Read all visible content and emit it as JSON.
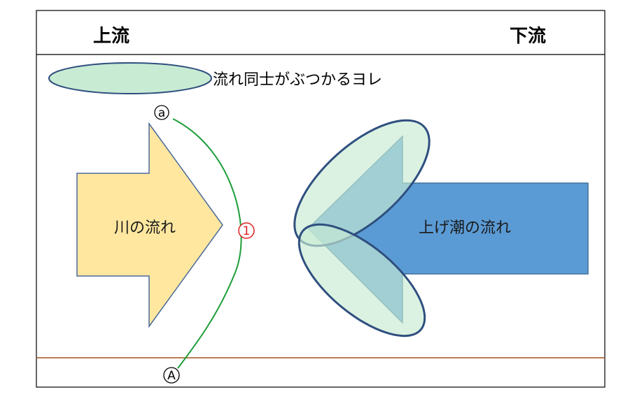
{
  "header": {
    "upstream_label": "上流",
    "downstream_label": "下流"
  },
  "legend": {
    "label": "流れ同士がぶつかるヨレ"
  },
  "arrows": {
    "river_label": "川の流れ",
    "tide_label": "上げ潮の流れ"
  },
  "markers": {
    "top": "a",
    "middle": "1",
    "bottom": "A"
  },
  "colors": {
    "frame": "#000000",
    "river_arrow_fill": "#FFE7A0",
    "river_arrow_stroke": "#4A6A9A",
    "tide_arrow_fill": "#5B9BD5",
    "tide_arrow_stroke": "#41719C",
    "swirl_fill": "#C8EBD3",
    "swirl_stroke": "#2F4F7F",
    "overlap_fill": "#4AA8AE",
    "curve": "#1E9E3A",
    "middle_marker": "#E02020",
    "bank": "#A0521E"
  }
}
